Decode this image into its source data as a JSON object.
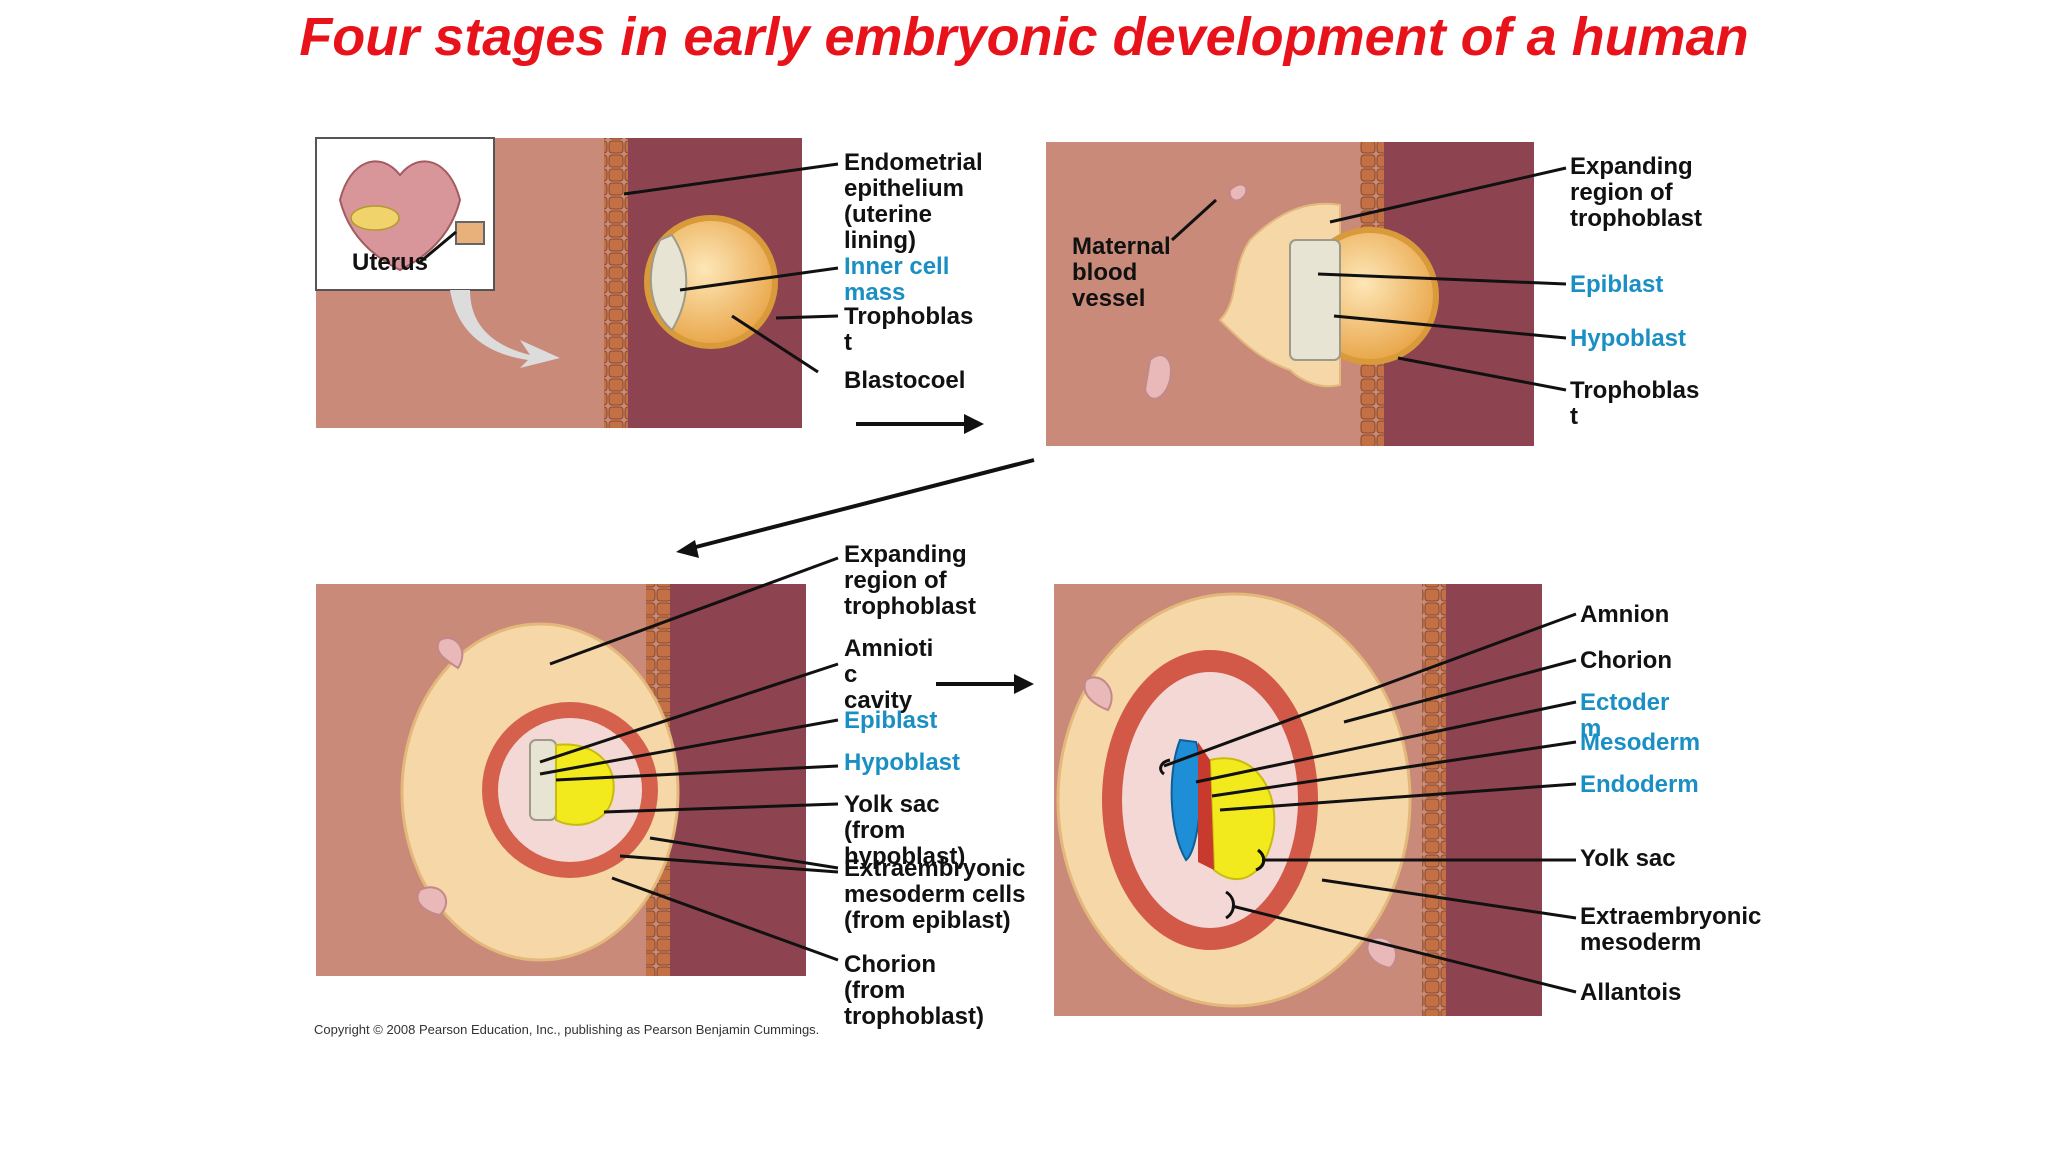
{
  "title": "Four stages in early embryonic development of a human",
  "panel1": {
    "inset_label": "Uterus",
    "endometrial": "Endometrial\nepithelium\n(uterine\nlining)",
    "inner_cell_mass": "Inner cell\nmass",
    "trophoblast": "Trophoblas\nt",
    "blastocoel": "Blastocoel"
  },
  "panel2": {
    "maternal_vessel": "Maternal\nblood\nvessel",
    "expanding": "Expanding\nregion of\ntrophoblast",
    "epiblast": "Epiblast",
    "hypoblast": "Hypoblast",
    "trophoblast": "Trophoblas\nt"
  },
  "panel3": {
    "expanding": "Expanding\nregion of\ntrophoblast",
    "amniotic": "Amnioti\nc\ncavity",
    "epiblast": "Epiblast",
    "hypoblast": "Hypoblast",
    "yolk_sac": "Yolk sac\n(from\nhypoblast)",
    "extra_mesoderm_cells": "Extraembryonic\nmesoderm cells\n(from epiblast)",
    "chorion": "Chorion\n(from\ntrophoblast)"
  },
  "panel4": {
    "amnion": "Amnion",
    "chorion": "Chorion",
    "ectoderm": "Ectoder\nm",
    "mesoderm": "Mesoderm",
    "endoderm": "Endoderm",
    "yolk_sac": "Yolk sac",
    "extra_mesoderm": "Extraembryonic\nmesoderm",
    "allantois": "Allantois"
  },
  "copyright": "Copyright © 2008 Pearson Education, Inc., publishing as Pearson Benjamin Cummings.",
  "colors": {
    "title": "#e8121a",
    "germ_label": "#1a8fc4",
    "uterine_tissue": "#c98a7a",
    "uterine_wall": "#8e4350",
    "trophoblast": "#f6c98a",
    "yolk": "#f3ea1e",
    "ectoderm": "#1e8fd6",
    "mesoderm_cells": "#c93a2e"
  }
}
